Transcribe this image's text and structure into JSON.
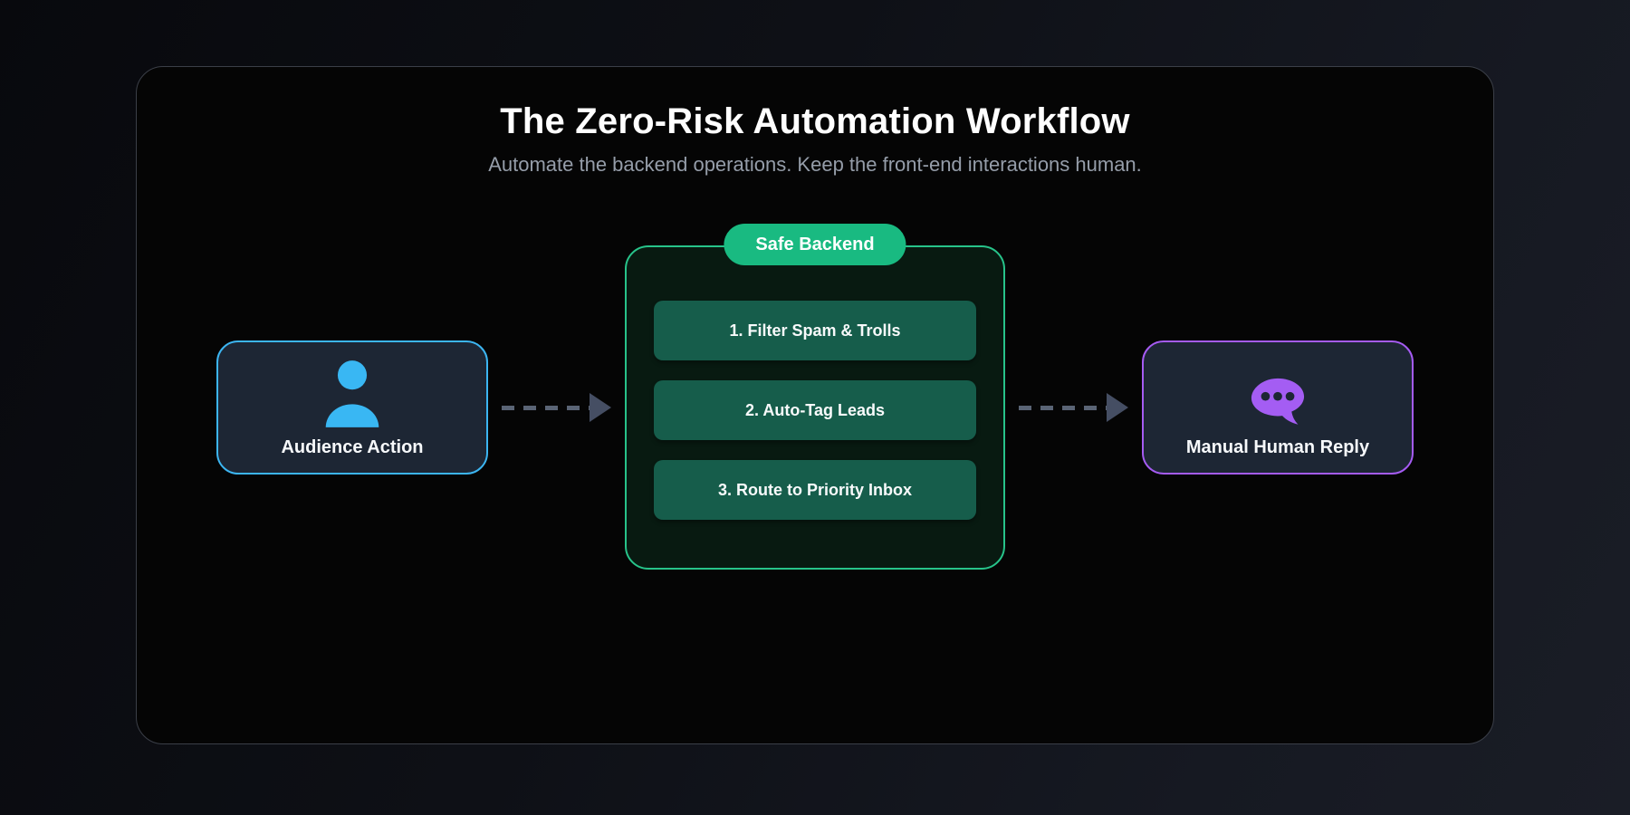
{
  "header": {
    "title": "The Zero-Risk Automation Workflow",
    "subtitle": "Automate the backend operations. Keep the front-end interactions human."
  },
  "flow": {
    "audience_node": {
      "label": "Audience Action",
      "icon": "user-icon",
      "accent_color": "#3cb5f1"
    },
    "backend_panel": {
      "badge_label": "Safe Backend",
      "accent_color": "#19ba81",
      "step_fill_color": "#165d4b",
      "steps": [
        {
          "label": "1. Filter Spam & Trolls"
        },
        {
          "label": "2. Auto-Tag Leads"
        },
        {
          "label": "3. Route to Priority Inbox"
        }
      ]
    },
    "reply_node": {
      "label": "Manual Human Reply",
      "icon": "chat-bubble-icon",
      "accent_color": "#a55bf2"
    },
    "connectors": [
      {
        "from": "audience-action-node",
        "to": "safe-backend-panel",
        "style": "dashed-arrow-right"
      },
      {
        "from": "safe-backend-panel",
        "to": "manual-human-reply-node",
        "style": "dashed-arrow-right"
      }
    ]
  },
  "colors": {
    "page_background": "#0e1016",
    "card_background": "#050505",
    "card_border": "#3b3f48",
    "title_text": "#ffffff",
    "subtitle_text": "#959da9",
    "node_background": "#1d2634",
    "panel_background": "#081a11",
    "arrow_line": "#5a6475",
    "arrow_head": "#454e63"
  }
}
